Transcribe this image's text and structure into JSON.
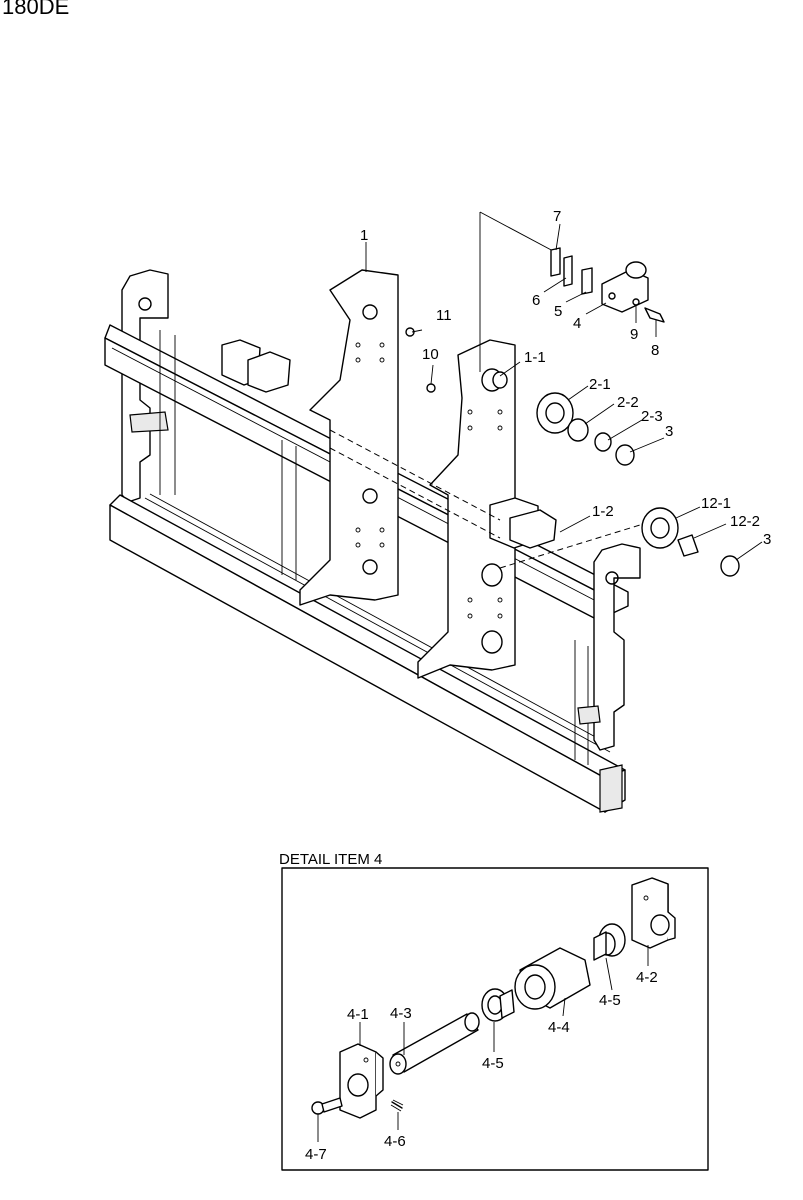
{
  "header": {
    "title": "180DE"
  },
  "detail": {
    "title": "DETAIL ITEM 4"
  },
  "labels": {
    "l1": "1",
    "l1_1": "1-1",
    "l1_2": "1-2",
    "l2_1": "2-1",
    "l2_2": "2-2",
    "l2_3": "2-3",
    "l3a": "3",
    "l3b": "3",
    "l4": "4",
    "l5": "5",
    "l6": "6",
    "l7": "7",
    "l8": "8",
    "l9": "9",
    "l10": "10",
    "l11": "11",
    "l12_1": "12-1",
    "l12_2": "12-2"
  },
  "detail_labels": {
    "d4_1": "4-1",
    "d4_2": "4-2",
    "d4_3": "4-3",
    "d4_4": "4-4",
    "d4_5a": "4-5",
    "d4_5b": "4-5",
    "d4_6": "4-6",
    "d4_7": "4-7"
  }
}
